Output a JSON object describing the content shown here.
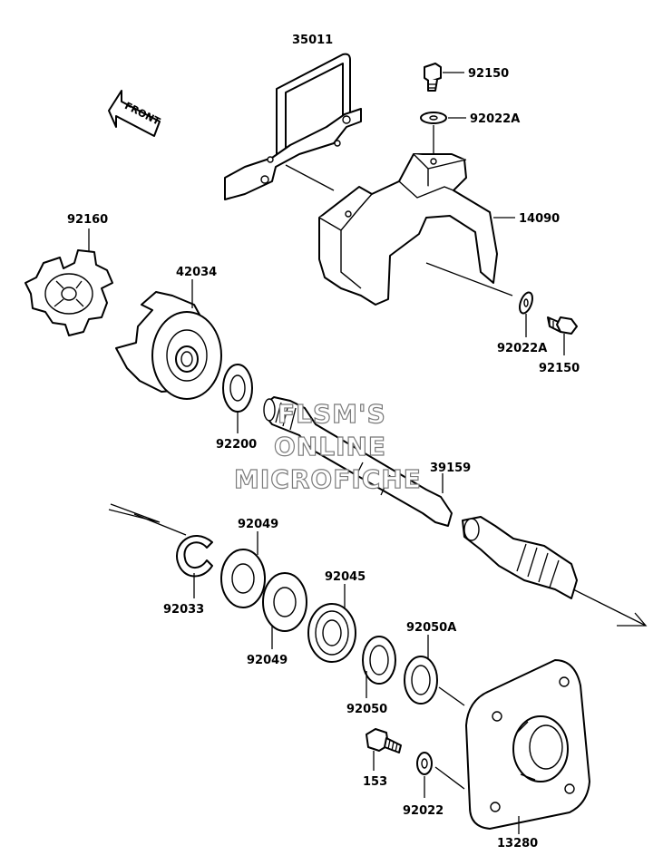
{
  "front_label": "FRONT",
  "watermark": [
    "FLSM'S",
    "ONLINE",
    "MICROFICHE"
  ],
  "labels": {
    "p35011": "35011",
    "p92150a": "92150",
    "p92022a_top": "92022A",
    "p14090": "14090",
    "p92160": "92160",
    "p42034": "42034",
    "p92022a_mid": "92022A",
    "p92150b": "92150",
    "p92200": "92200",
    "p39159": "39159",
    "p92049a": "92049",
    "p92033": "92033",
    "p92045": "92045",
    "p92049b": "92049",
    "p92050a": "92050A",
    "p92050": "92050",
    "p153": "153",
    "p92022": "92022",
    "p13280": "13280"
  }
}
